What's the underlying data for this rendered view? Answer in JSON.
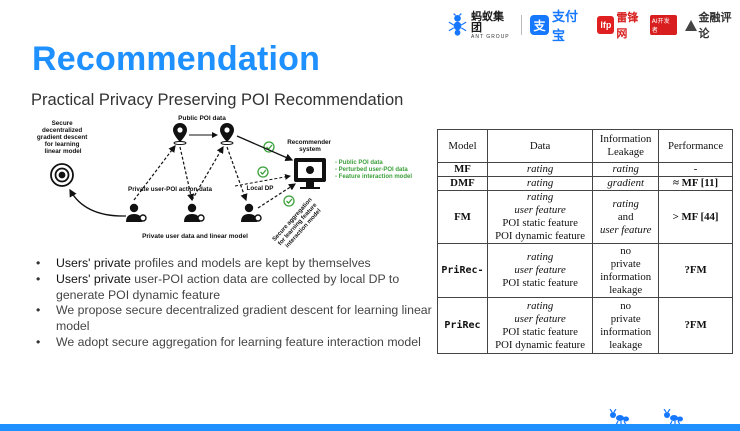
{
  "header": {
    "ant_logo_cn": "蚂蚁集团",
    "ant_logo_en": "ANT GROUP",
    "alipay_mark": "支",
    "alipay_text": "支付宝",
    "leifeng_mark": "lfp",
    "leifeng_text": "雷锋网",
    "leifeng_badge": "AI开发者",
    "jinrong_text": "金融评论"
  },
  "slide": {
    "title": "Recommendation",
    "subtitle": "Practical Privacy Preserving POI Recommendation"
  },
  "diagram": {
    "public_poi_data": "Public POI data",
    "left_label_lines": [
      "Secure",
      "decentralized",
      "gradient descent",
      "for learning",
      "linear model"
    ],
    "recommender_lines": [
      "Recommender",
      "system"
    ],
    "legend": [
      "- Public POI data",
      "- Perturbed user-POI data",
      "- Feature interaction model"
    ],
    "private_action_data": "Private user-POI action data",
    "local_dp": "Local DP",
    "secure_aggregation_lines": [
      "Secure aggregation",
      "for learning feature",
      "interaction model"
    ],
    "private_user_data": "Private user data and linear model",
    "colors": {
      "green": "#3ca03c",
      "blue_title": "#1e90ff"
    }
  },
  "bullets": [
    {
      "bold": "Users' private",
      "rest": " profiles and models are kept by themselves"
    },
    {
      "bold": "Users' private",
      "rest": " user-POI action data are collected by local DP to generate POI dynamic feature"
    },
    {
      "bold": "",
      "rest": "We propose secure decentralized gradient descent for learning linear model"
    },
    {
      "bold": "",
      "rest": "We adopt secure aggregation for learning feature interaction model"
    }
  ],
  "table": {
    "headers": [
      "Model",
      "Data",
      "Information Leakage",
      "Performance"
    ],
    "rows": [
      {
        "model": "MF",
        "data": [
          "rating"
        ],
        "leakage": [
          "rating"
        ],
        "performance": "-"
      },
      {
        "model": "DMF",
        "data": [
          "rating"
        ],
        "leakage": [
          "gradient"
        ],
        "performance": "≈ MF [11]"
      },
      {
        "model": "FM",
        "data": [
          "rating",
          "user feature",
          "POI static feature",
          "POI dynamic feature"
        ],
        "leakage": [
          "rating",
          "and",
          "user feature"
        ],
        "performance": "> MF [44]"
      },
      {
        "model": "PriRec-",
        "data": [
          "rating",
          "user feature",
          "POI static feature"
        ],
        "leakage": [
          "no",
          "private",
          "information",
          "leakage"
        ],
        "performance": "?FM"
      },
      {
        "model": "PriRec",
        "data": [
          "rating",
          "user feature",
          "POI static feature",
          "POI dynamic feature"
        ],
        "leakage": [
          "no",
          "private",
          "information",
          "leakage"
        ],
        "performance": "?FM"
      }
    ]
  }
}
